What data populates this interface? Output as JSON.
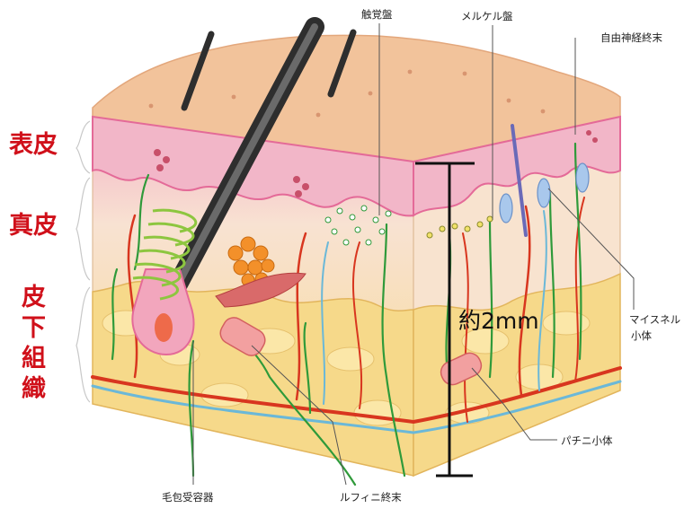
{
  "colors": {
    "layer_label": "#d0101a",
    "epidermis": "#f2b6c8",
    "dermis": "#f7dccb",
    "subcutis": "#f6d98a",
    "nerve": "#2f9a3a",
    "artery": "#d8361f",
    "vein": "#6bb8d8",
    "hair": "#2e2e2e"
  },
  "layers": {
    "epidermis": "表皮",
    "dermis": "真皮",
    "subcutis_1": "皮",
    "subcutis_2": "下",
    "subcutis_3": "組",
    "subcutis_4": "織"
  },
  "callouts": {
    "tactile_disc": "触覚盤",
    "merkel_disc": "メルケル盤",
    "free_nerve_ending": "自由神経終末",
    "meissner_1": "マイスネル",
    "meissner_2": "小体",
    "pacinian": "パチニ小体",
    "hair_follicle_receptor": "毛包受容器",
    "ruffini": "ルフィニ終末"
  },
  "measurement": "約2mm"
}
